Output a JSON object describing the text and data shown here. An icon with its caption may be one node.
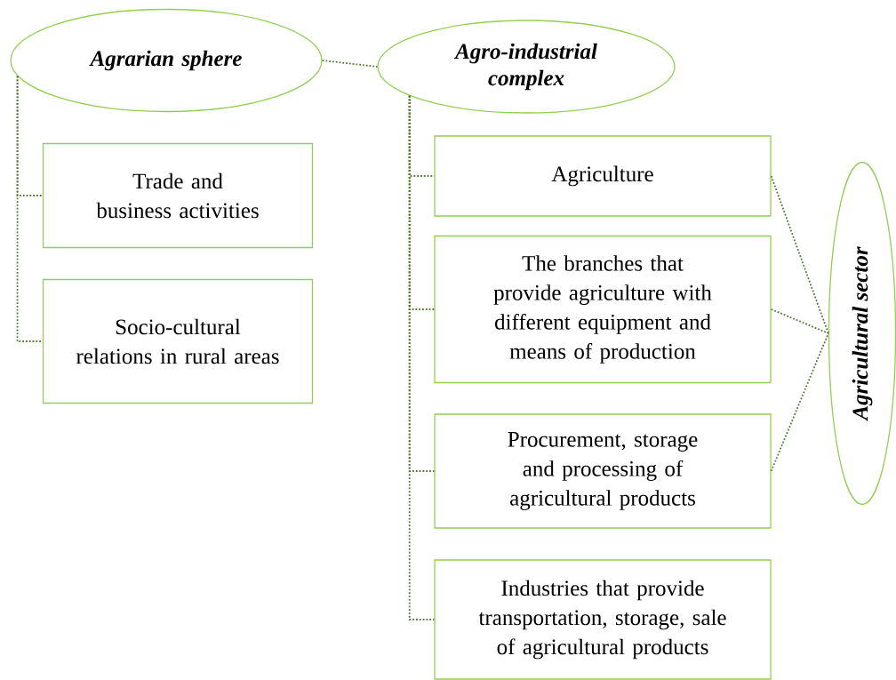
{
  "diagram": {
    "nodes": [
      {
        "text": [
          "Agrarian sphere"
        ]
      },
      {
        "text": [
          "Agro-industrial complex"
        ]
      },
      {
        "text": [
          "Trade and business activities"
        ]
      },
      {
        "text": [
          "Socio-cultural relations in rural areas"
        ]
      },
      {
        "text": [
          "Agriculture"
        ]
      },
      {
        "text": [
          "The branches that provide agriculture with different equipment and means of production"
        ]
      },
      {
        "text": [
          "Procurement, storage and processing of agricultural products"
        ]
      },
      {
        "text": [
          "Industries that provide transportation, storage, sale of agricultural products"
        ]
      },
      {
        "text": [
          "Agricultural sector"
        ]
      }
    ],
    "edges": [
      {
        "from": 0,
        "to": 1,
        "arrow": "none"
      },
      {
        "from": 0,
        "to": 2,
        "arrow": "none"
      },
      {
        "from": 0,
        "to": 3,
        "arrow": "none"
      },
      {
        "from": 1,
        "to": 4,
        "arrow": "none"
      },
      {
        "from": 1,
        "to": 5,
        "arrow": "none"
      },
      {
        "from": 1,
        "to": 6,
        "arrow": "none"
      },
      {
        "from": 1,
        "to": 7,
        "arrow": "none"
      },
      {
        "from": 4,
        "to": 8,
        "arrow": "none"
      },
      {
        "from": 5,
        "to": 8,
        "arrow": "none"
      },
      {
        "from": 6,
        "to": 8,
        "arrow": "none"
      }
    ]
  }
}
